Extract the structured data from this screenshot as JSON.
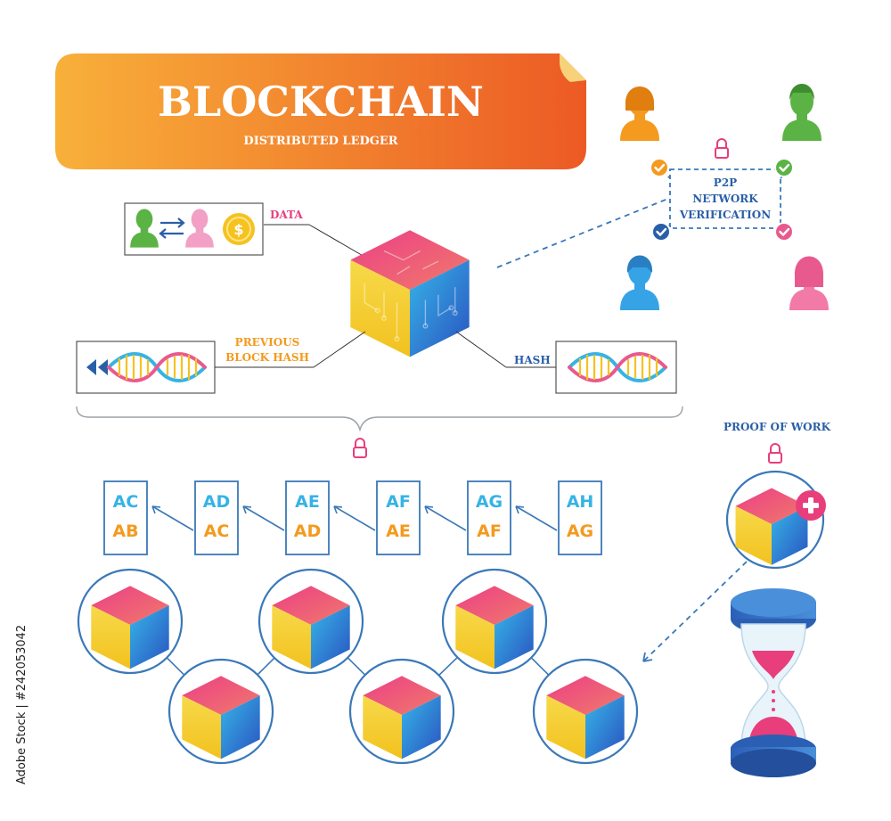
{
  "banner": {
    "title": "BLOCKCHAIN",
    "subtitle": "DISTRIBUTED LEDGER"
  },
  "labels": {
    "data": "DATA",
    "previous_block_hash": [
      "PREVIOUS",
      "BLOCK HASH"
    ],
    "hash": "HASH",
    "network": [
      "P2P",
      "NETWORK",
      "VERIFICATION"
    ],
    "proof_of_work": "PROOF OF WORK"
  },
  "hash_blocks": [
    {
      "current": "AC",
      "previous": "AB"
    },
    {
      "current": "AD",
      "previous": "AC"
    },
    {
      "current": "AE",
      "previous": "AD"
    },
    {
      "current": "AF",
      "previous": "AE"
    },
    {
      "current": "AG",
      "previous": "AF"
    },
    {
      "current": "AH",
      "previous": "AG"
    }
  ],
  "side_text": "Adobe Stock | #242053042",
  "colors": {
    "pink": "#e83e7c",
    "yellow": "#f6d32a",
    "blue": "#2e66c8",
    "cyan": "#36b3e6",
    "orange": "#f39a1f",
    "green": "#5bb346",
    "outline": "#3a78b8",
    "check": "#2a5fa8"
  }
}
